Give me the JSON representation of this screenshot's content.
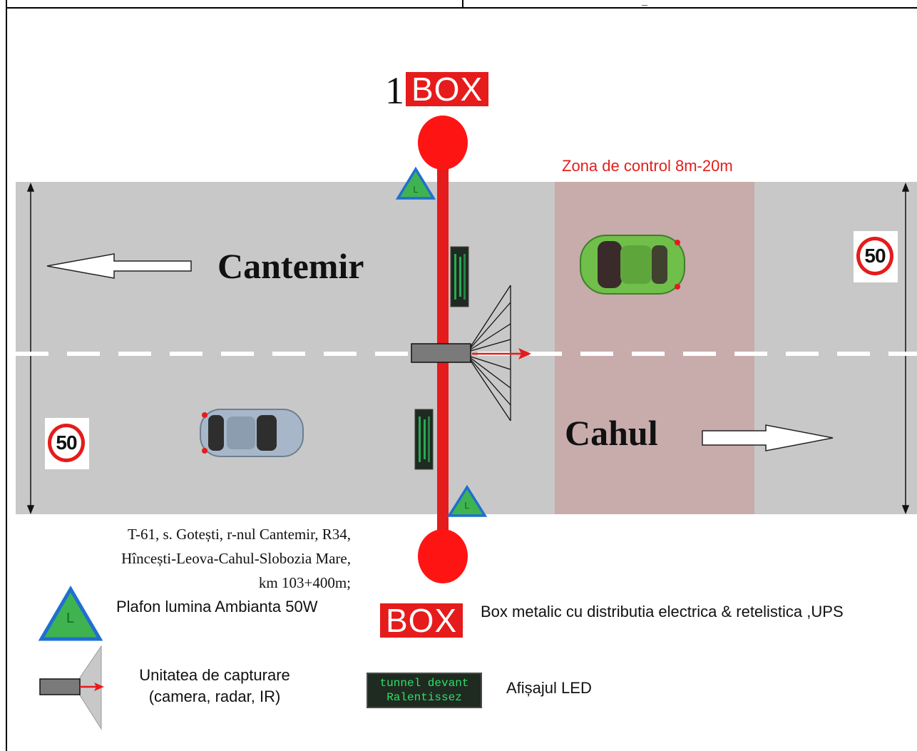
{
  "zone_label": "Zona de control 8m-20m",
  "cities": {
    "top": "Cantemir",
    "bottom": "Cahul"
  },
  "speed_limit": "50",
  "pole_number": "1",
  "box_label": "BOX",
  "address_lines": [
    "T-61, s. Gotești, r-nul Cantemir, R34,",
    "Hîncești-Leova-Cahul-Slobozia Mare,",
    "km 103+400m;"
  ],
  "legend": {
    "lamp_label": "L",
    "lamp_text": "Plafon lumina Ambianta 50W",
    "box_text": "Box metalic  cu distributia electrica & retelistica ,UPS",
    "capture_text_1": "Unitatea de capturare",
    "capture_text_2": "(camera, radar, IR)",
    "led_text": "Afișajul LED",
    "led_line_1": "tunnel devant",
    "led_line_2": "Ralentissez"
  },
  "colors": {
    "red": "#e61b1b",
    "road": "#c8c8c8",
    "zone": "#c8abab",
    "lamp_green": "#3fb34f",
    "lamp_blue": "#1f6fd1",
    "car_top": "#6fbf4a",
    "car_bottom": "#a7b7c9"
  }
}
